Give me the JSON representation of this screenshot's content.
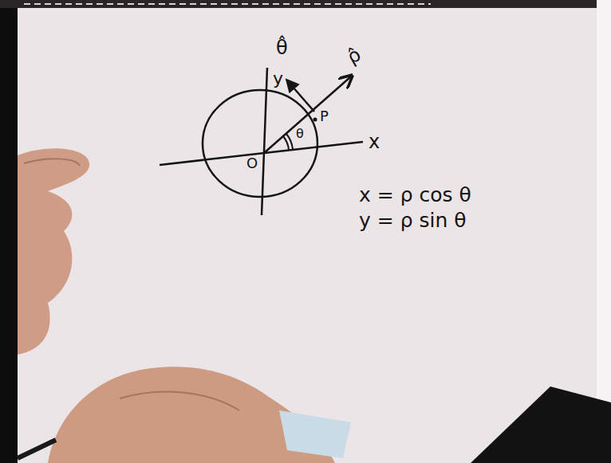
{
  "diagram": {
    "labels": [
      "θ̂",
      "ρ̂",
      "y",
      "P",
      "θ",
      "x",
      "O",
      "x = ρ cos θ",
      "y = ρ sin θ"
    ]
  }
}
